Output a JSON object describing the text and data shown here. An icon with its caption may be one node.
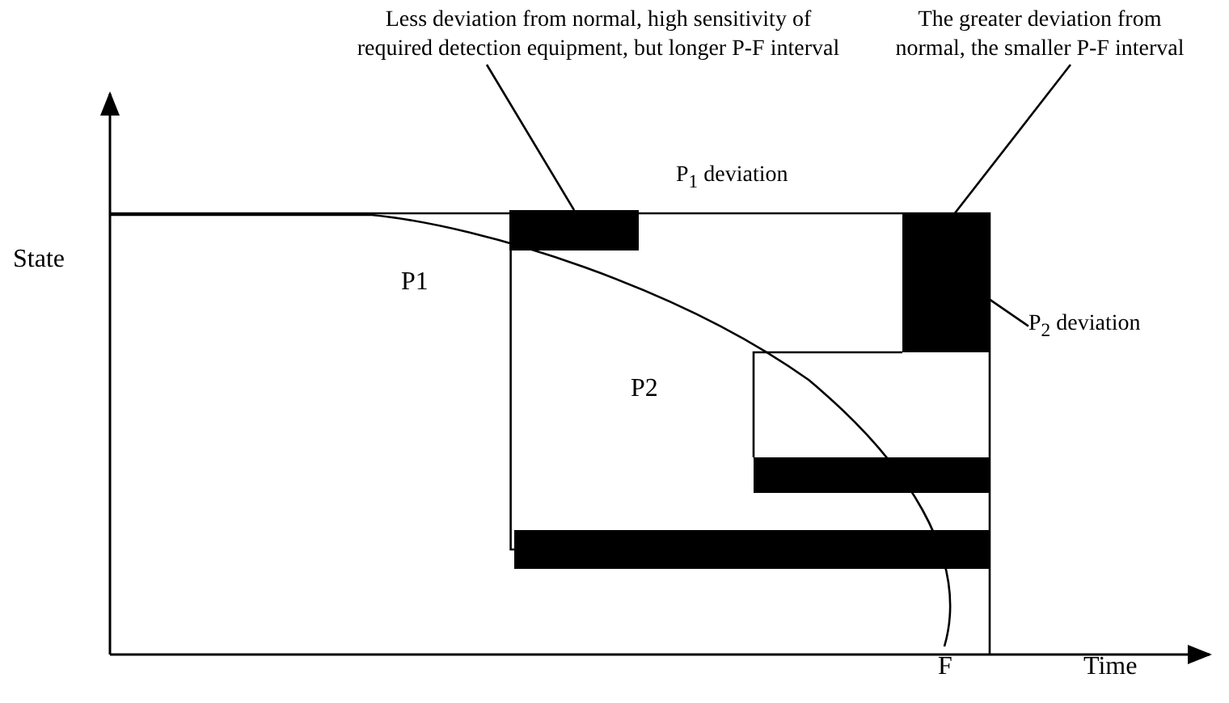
{
  "diagram": {
    "nodes": [
      {
        "text": [
          "Less deviation from normal, high sensitivity of required detection equipment, but longer P-F interval"
        ]
      },
      {
        "text": [],
        "shape": "bar"
      },
      {
        "text": [
          "The greater deviation from normal, the smaller  P-F interval"
        ]
      },
      {
        "text": [],
        "shape": "bar"
      },
      {
        "text": [
          "P$_{2}$ deviation"
        ]
      },
      {
        "text": [],
        "shape": "bar"
      },
      {
        "text": [],
        "shape": "bar"
      }
    ],
    "edges": [
      {
        "from": 0,
        "to": 1,
        "arrow": "none"
      },
      {
        "from": 2,
        "to": 3,
        "arrow": "none"
      },
      {
        "from": 4,
        "to": 3,
        "arrow": "none"
      },
      {
        "from": 1,
        "to": 6,
        "arrow": "none"
      },
      {
        "from": 3,
        "to": 5,
        "arrow": "none"
      }
    ],
    "labels": [
      "P$_{1}$ deviation",
      "State",
      "P1",
      "P2",
      "F",
      "Time"
    ]
  }
}
